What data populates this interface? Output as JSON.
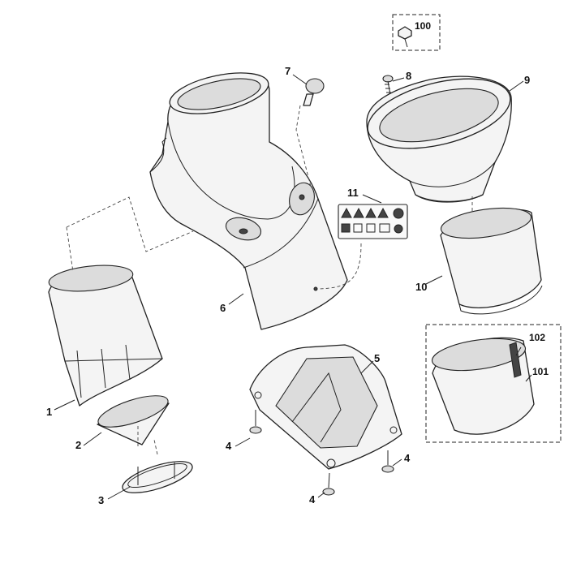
{
  "callouts": {
    "p1": "1",
    "p2": "2",
    "p3": "3",
    "p4a": "4",
    "p4b": "4",
    "p4c": "4",
    "p5": "5",
    "p6": "6",
    "p7": "7",
    "p8": "8",
    "p9": "9",
    "p10": "10",
    "p11": "11",
    "p100": "100",
    "p101": "101",
    "p102": "102"
  }
}
